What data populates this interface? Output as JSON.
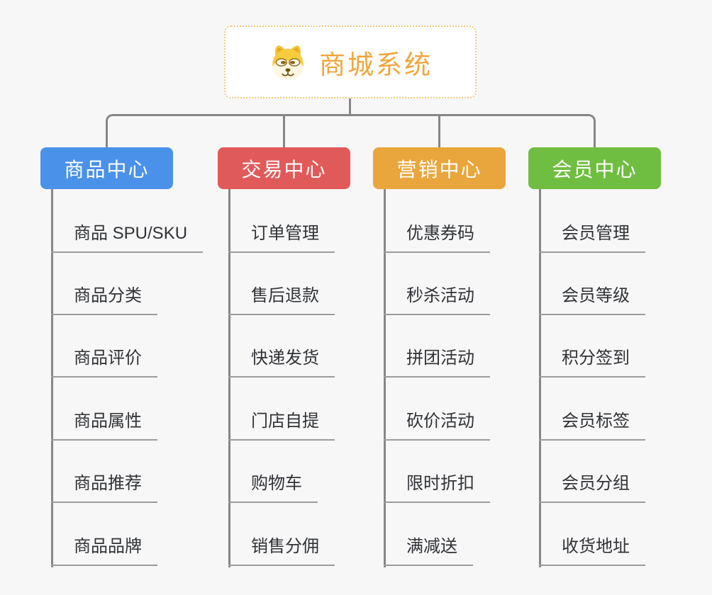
{
  "page": {
    "background_color": "#f7f7f7",
    "connector_color": "#878787",
    "leaf_line_color": "#9c9c9c",
    "leaf_text_color": "#303236"
  },
  "root": {
    "title": "商城系统",
    "icon": "dog-face-icon",
    "text_color": "#f0a63c",
    "border_color": "#f3c979"
  },
  "branches": [
    {
      "label": "商品中心",
      "color": "#4a91e9",
      "items": [
        "商品 SPU/SKU",
        "商品分类",
        "商品评价",
        "商品属性",
        "商品推荐",
        "商品品牌"
      ]
    },
    {
      "label": "交易中心",
      "color": "#e15a5a",
      "items": [
        "订单管理",
        "售后退款",
        "快递发货",
        "门店自提",
        "购物车",
        "销售分佣"
      ]
    },
    {
      "label": "营销中心",
      "color": "#e9a63d",
      "items": [
        "优惠券码",
        "秒杀活动",
        "拼团活动",
        "砍价活动",
        "限时折扣",
        "满减送"
      ]
    },
    {
      "label": "会员中心",
      "color": "#70be41",
      "items": [
        "会员管理",
        "会员等级",
        "积分签到",
        "会员标签",
        "会员分组",
        "收货地址"
      ]
    }
  ]
}
